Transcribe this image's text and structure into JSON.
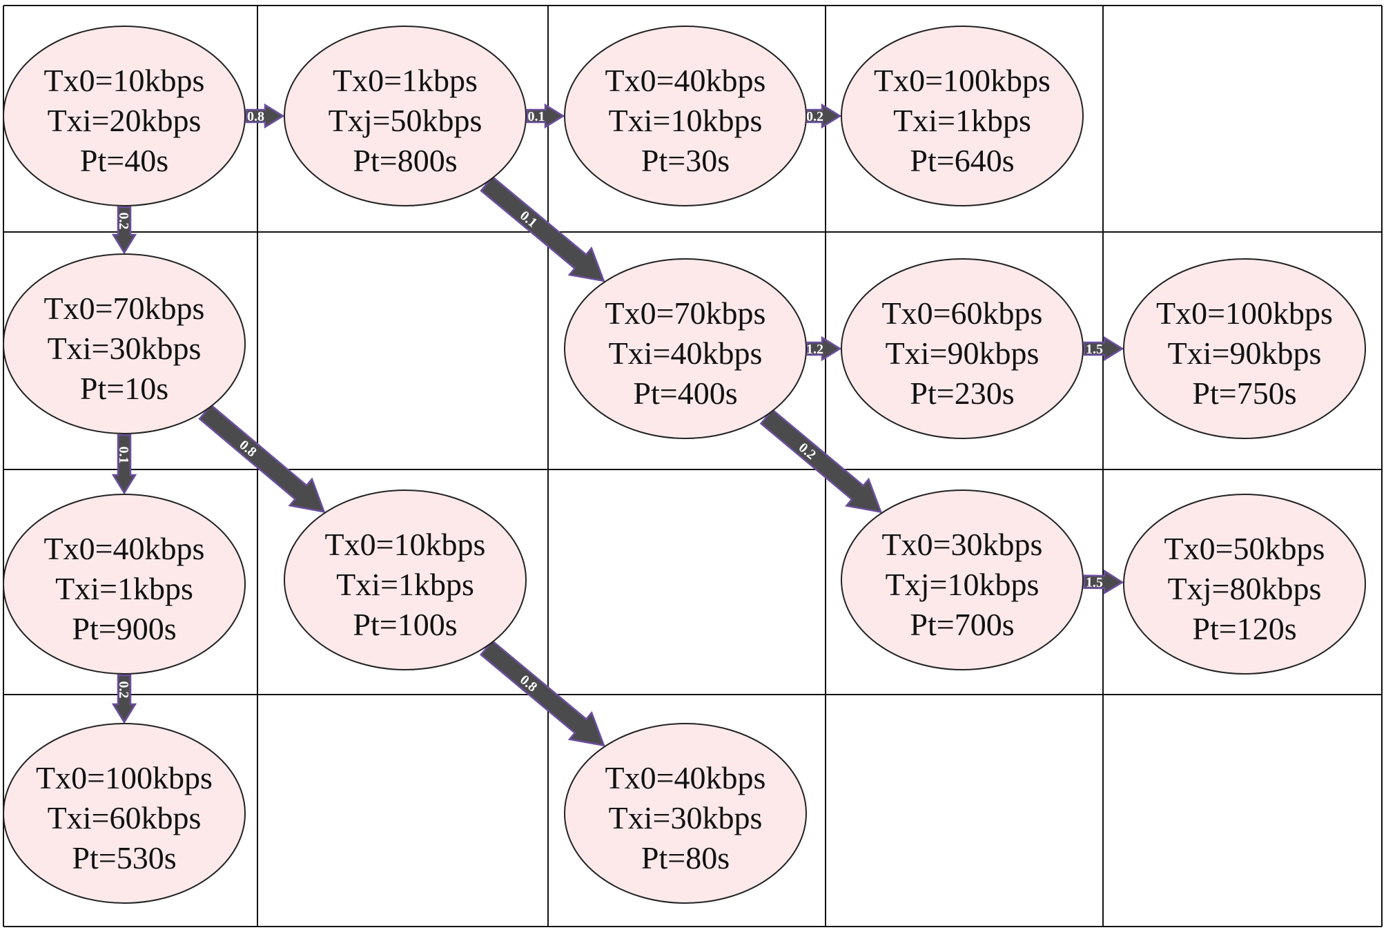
{
  "colors": {
    "node_fill": "#fde9ea",
    "node_stroke": "#222222",
    "grid_stroke": "#111111",
    "arrow_fill": "#4b4b4d",
    "arrow_outline": "#6b4f9e",
    "label_text": "#ffffff"
  },
  "grid": {
    "rows": 4,
    "columns": 5
  },
  "nodes": [
    {
      "id": "r1c1",
      "row": 1,
      "col": 1,
      "lines": [
        "Tx0=10kbps",
        "Txi=20kbps",
        "Pt=40s"
      ]
    },
    {
      "id": "r1c2",
      "row": 1,
      "col": 2,
      "lines": [
        "Tx0=1kbps",
        "Txj=50kbps",
        "Pt=800s"
      ]
    },
    {
      "id": "r1c3",
      "row": 1,
      "col": 3,
      "lines": [
        "Tx0=40kbps",
        "Txi=10kbps",
        "Pt=30s"
      ]
    },
    {
      "id": "r1c4",
      "row": 1,
      "col": 4,
      "lines": [
        "Tx0=100kbps",
        "Txi=1kbps",
        "Pt=640s"
      ]
    },
    {
      "id": "r2c1",
      "row": 2,
      "col": 1,
      "lines": [
        "Tx0=70kbps",
        "Txi=30kbps",
        "Pt=10s"
      ]
    },
    {
      "id": "r2c3",
      "row": 2,
      "col": 3,
      "lines": [
        "Tx0=70kbps",
        "Txi=40kbps",
        "Pt=400s"
      ]
    },
    {
      "id": "r2c4",
      "row": 2,
      "col": 4,
      "lines": [
        "Tx0=60kbps",
        "Txi=90kbps",
        "Pt=230s"
      ]
    },
    {
      "id": "r2c5",
      "row": 2,
      "col": 5,
      "lines": [
        "Tx0=100kbps",
        "Txi=90kbps",
        "Pt=750s"
      ]
    },
    {
      "id": "r3c1",
      "row": 3,
      "col": 1,
      "lines": [
        "Tx0=40kbps",
        "Txi=1kbps",
        "Pt=900s"
      ]
    },
    {
      "id": "r3c2",
      "row": 3,
      "col": 2,
      "lines": [
        "Tx0=10kbps",
        "Txi=1kbps",
        "Pt=100s"
      ]
    },
    {
      "id": "r3c4",
      "row": 3,
      "col": 4,
      "lines": [
        "Tx0=30kbps",
        "Txj=10kbps",
        "Pt=700s"
      ]
    },
    {
      "id": "r3c5",
      "row": 3,
      "col": 5,
      "lines": [
        "Tx0=50kbps",
        "Txj=80kbps",
        "Pt=120s"
      ]
    },
    {
      "id": "r4c1",
      "row": 4,
      "col": 1,
      "lines": [
        "Tx0=100kbps",
        "Txi=60kbps",
        "Pt=530s"
      ]
    },
    {
      "id": "r4c3",
      "row": 4,
      "col": 3,
      "lines": [
        "Tx0=40kbps",
        "Txi=30kbps",
        "Pt=80s"
      ]
    }
  ],
  "edges": [
    {
      "from": "r1c1",
      "to": "r1c2",
      "label": "0.8"
    },
    {
      "from": "r1c2",
      "to": "r1c3",
      "label": "0.1"
    },
    {
      "from": "r1c3",
      "to": "r1c4",
      "label": "0.2"
    },
    {
      "from": "r1c1",
      "to": "r2c1",
      "label": "0.2"
    },
    {
      "from": "r1c2",
      "to": "r2c3",
      "label": "0.1"
    },
    {
      "from": "r2c3",
      "to": "r2c4",
      "label": "1.2"
    },
    {
      "from": "r2c4",
      "to": "r2c5",
      "label": "1.5"
    },
    {
      "from": "r2c1",
      "to": "r3c1",
      "label": "0.1"
    },
    {
      "from": "r2c1",
      "to": "r3c2",
      "label": "0.8"
    },
    {
      "from": "r2c3",
      "to": "r3c4",
      "label": "0.2"
    },
    {
      "from": "r3c4",
      "to": "r3c5",
      "label": "1.5"
    },
    {
      "from": "r3c1",
      "to": "r4c1",
      "label": "0.2"
    },
    {
      "from": "r3c2",
      "to": "r4c3",
      "label": "0.8"
    }
  ]
}
